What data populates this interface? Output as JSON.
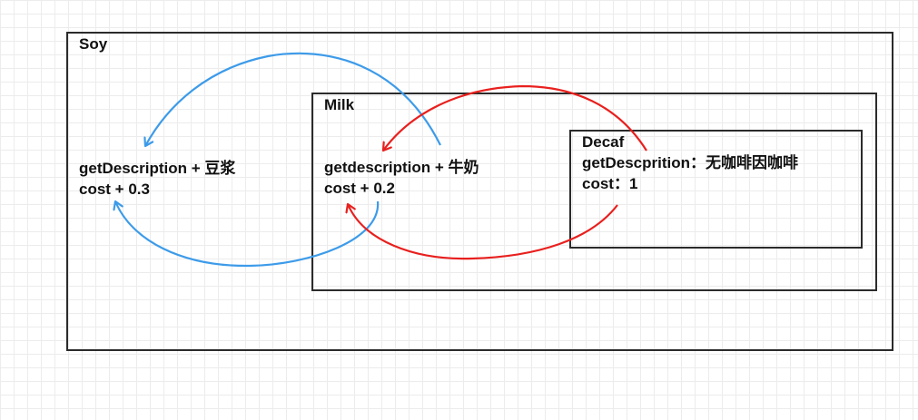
{
  "diagram": {
    "soy": {
      "title": "Soy",
      "description_line": "getDescription + 豆浆",
      "cost_line": "cost + 0.3"
    },
    "milk": {
      "title": "Milk",
      "description_line": "getdescription + 牛奶",
      "cost_line": "cost + 0.2"
    },
    "decaf": {
      "title": "Decaf",
      "description_line": "getDescprition：无咖啡因咖啡",
      "cost_line": "cost：1"
    }
  },
  "colors": {
    "outer_arrows": "#3d9be9",
    "inner_arrows": "#e8201e",
    "box_border": "#2b2b2b",
    "grid": "#ececec"
  }
}
